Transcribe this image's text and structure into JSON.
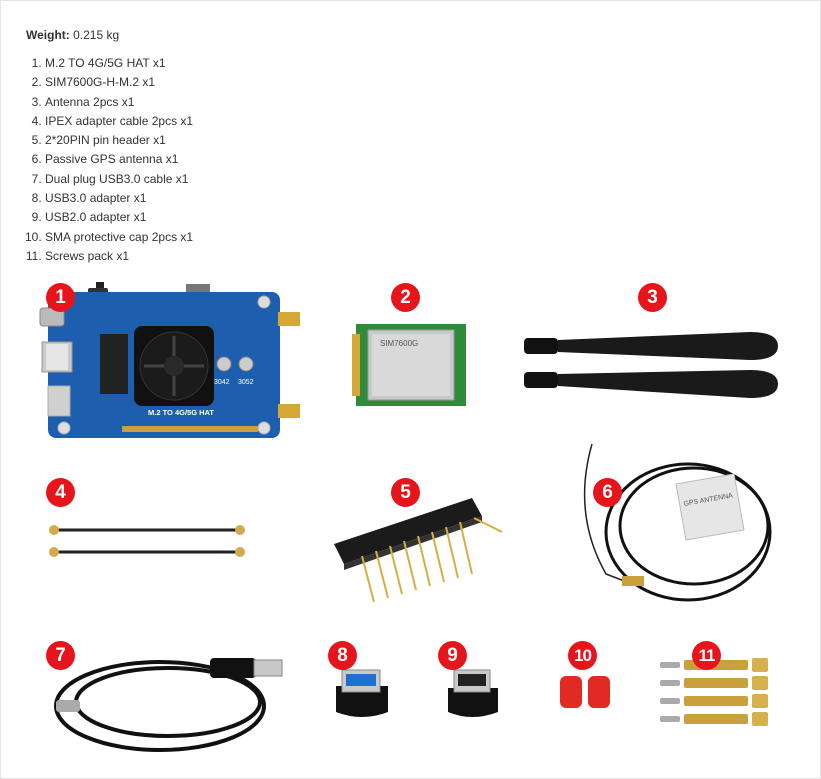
{
  "weight": {
    "label": "Weight:",
    "value": "0.215 kg"
  },
  "items": [
    "M.2 TO 4G/5G HAT x1",
    "SIM7600G-H-M.2 x1",
    "Antenna 2pcs x1",
    "IPEX adapter cable 2pcs x1",
    "2*20PIN pin header x1",
    "Passive GPS antenna x1",
    "Dual plug USB3.0 cable x1",
    "USB3.0 adapter x1",
    "USB2.0 adapter x1",
    "SMA protective cap 2pcs x1",
    "Screws pack x1"
  ],
  "badges": [
    "1",
    "2",
    "3",
    "4",
    "5",
    "6",
    "7",
    "8",
    "9",
    "10",
    "11"
  ],
  "board": {
    "label": "M.2 TO 4G/5G HAT",
    "slot_a": "3042",
    "slot_b": "3052"
  },
  "module": {
    "label": "SIM7600G"
  },
  "gps": {
    "label": "GPS ANTENNA"
  },
  "colors": {
    "badge": "#e8141b",
    "board": "#1d5fae",
    "module_pcb": "#2f8a3a",
    "brass": "#c9a03b"
  }
}
